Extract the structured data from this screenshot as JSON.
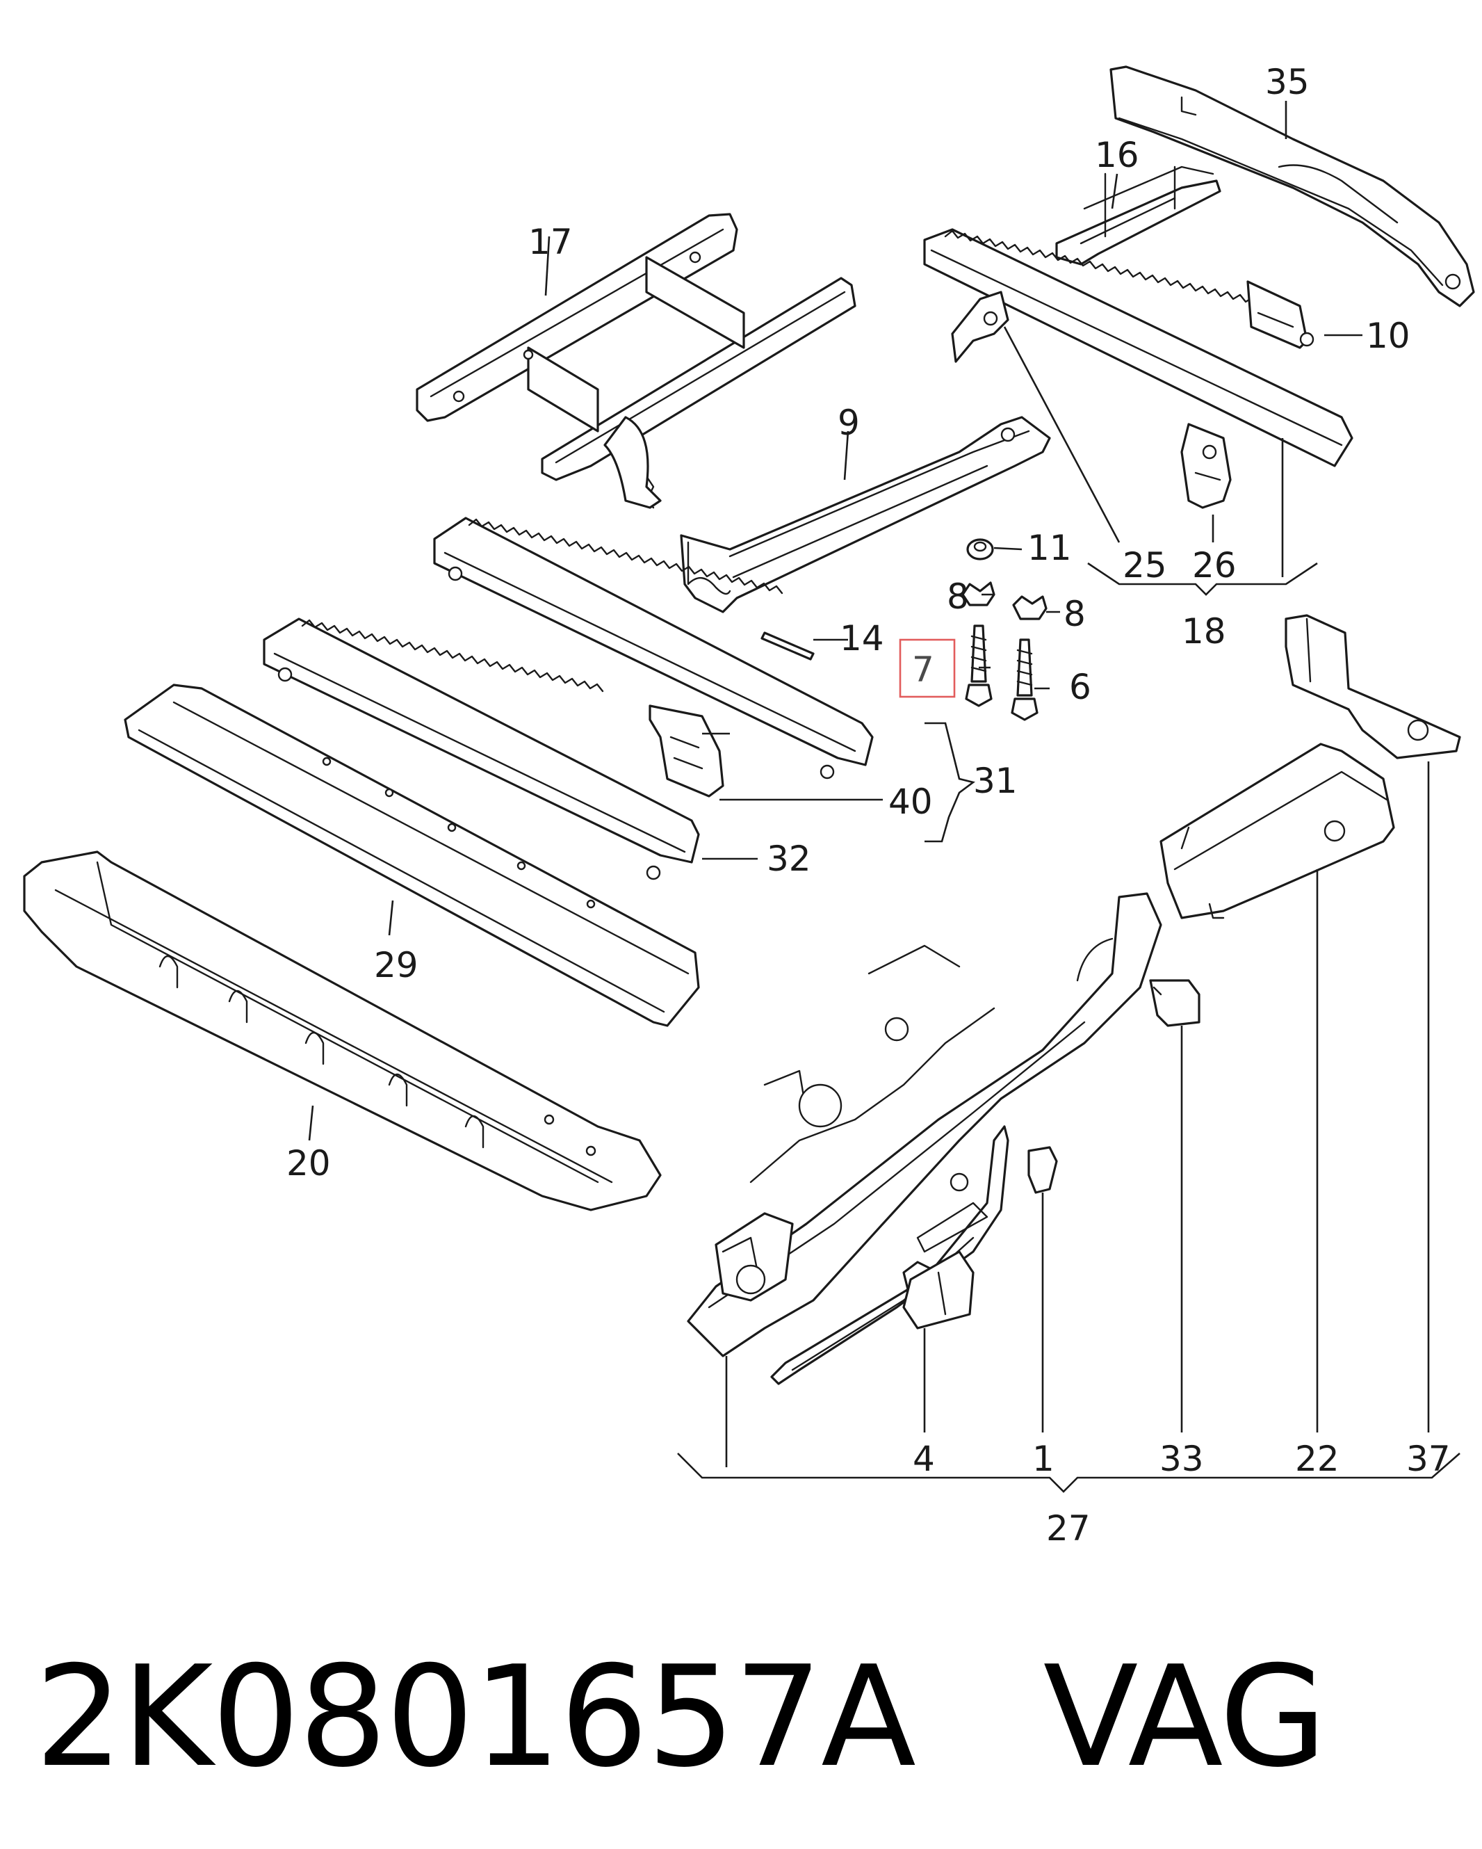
{
  "callouts": {
    "c35": "35",
    "c16": "16",
    "c17": "17",
    "c10": "10",
    "c9": "9",
    "c11": "11",
    "c25": "25",
    "c26": "26",
    "c8a": "8",
    "c8b": "8",
    "c18": "18",
    "c14": "14",
    "c7": "7",
    "c6": "6",
    "c31": "31",
    "c40": "40",
    "c32": "32",
    "c29": "29",
    "c20": "20",
    "c4": "4",
    "c1": "1",
    "c33": "33",
    "c22": "22",
    "c37": "37",
    "c27": "27"
  },
  "highlighted_callout": "7",
  "caption": {
    "part_number": "2K0801657A",
    "brand": "VAG"
  },
  "colors": {
    "line": "#1a1a1a",
    "highlight": "#e25c5c",
    "caption": "#000000"
  }
}
